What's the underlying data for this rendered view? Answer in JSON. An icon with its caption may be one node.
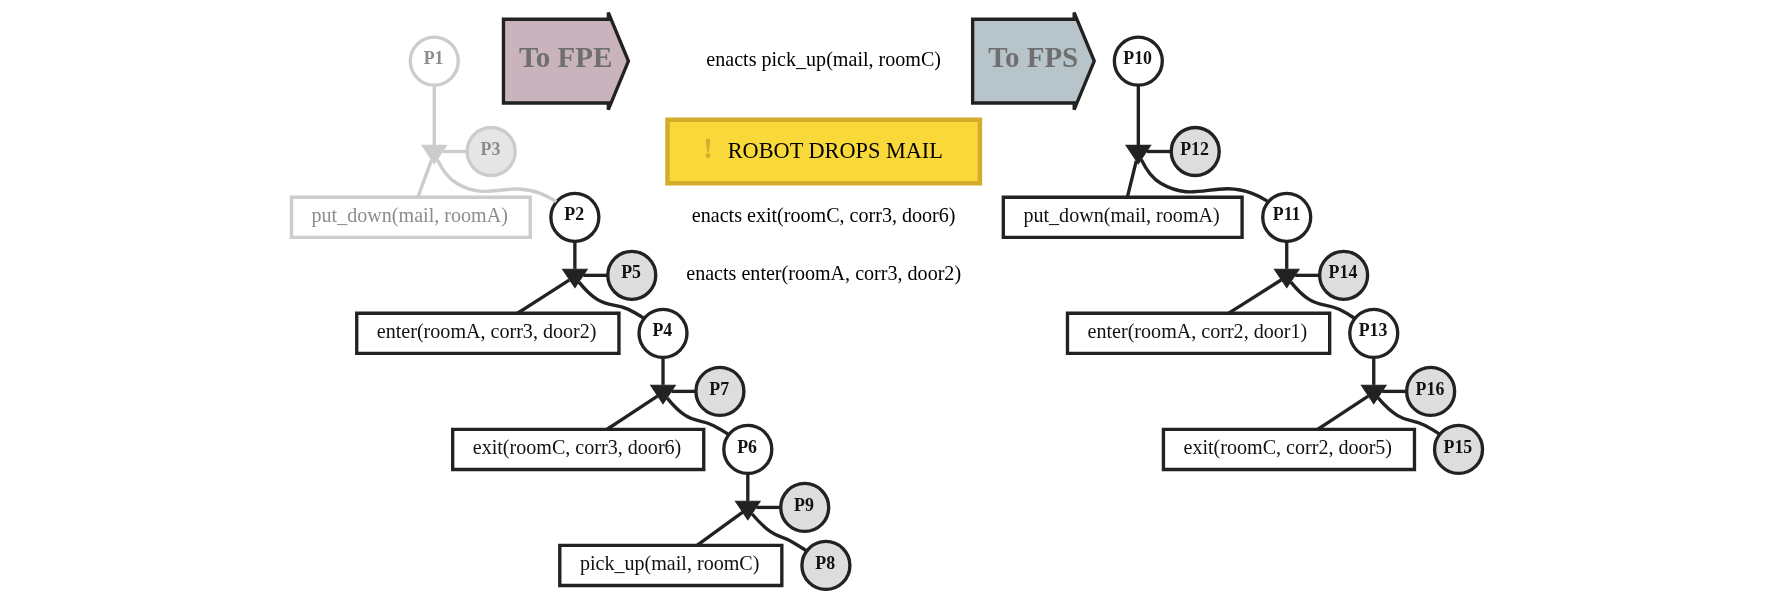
{
  "diagram": {
    "nodes": [
      {
        "text": [
          "P1"
        ]
      },
      {
        "text": [],
        "shape": "triangle"
      },
      {
        "text": [
          "P3"
        ]
      },
      {
        "text": [
          "put_down(mail, roomA)"
        ]
      },
      {
        "text": [
          "P2"
        ]
      },
      {
        "text": [],
        "shape": "triangle"
      },
      {
        "text": [
          "P5"
        ]
      },
      {
        "text": [
          "enter(roomA, corr3, door2)"
        ]
      },
      {
        "text": [
          "P4"
        ]
      },
      {
        "text": [],
        "shape": "triangle"
      },
      {
        "text": [
          "P7"
        ]
      },
      {
        "text": [
          "exit(roomC, corr3, door6)"
        ]
      },
      {
        "text": [
          "P6"
        ]
      },
      {
        "text": [],
        "shape": "triangle"
      },
      {
        "text": [
          "P9"
        ]
      },
      {
        "text": [
          "pick_up(mail, roomC)"
        ]
      },
      {
        "text": [
          "P8"
        ]
      },
      {
        "text": [
          "To FPE"
        ]
      },
      {
        "text": [
          "!",
          "ROBOT DROPS MAIL"
        ]
      },
      {
        "text": [
          "To FPS"
        ]
      },
      {
        "text": [
          "P10"
        ]
      },
      {
        "text": [],
        "shape": "triangle"
      },
      {
        "text": [
          "P12"
        ]
      },
      {
        "text": [
          "put_down(mail, roomA)"
        ]
      },
      {
        "text": [
          "P11"
        ]
      },
      {
        "text": [],
        "shape": "triangle"
      },
      {
        "text": [
          "P14"
        ]
      },
      {
        "text": [
          "enter(roomA, corr2, door1)"
        ]
      },
      {
        "text": [
          "P13"
        ]
      },
      {
        "text": [],
        "shape": "triangle"
      },
      {
        "text": [
          "P16"
        ]
      },
      {
        "text": [
          "exit(roomC, corr2, door5)"
        ]
      },
      {
        "text": [
          "P15"
        ]
      }
    ],
    "edges": [
      {
        "from": 0,
        "to": 1,
        "arrow": "none",
        "color": "#cccccc"
      },
      {
        "from": 1,
        "to": 2,
        "arrow": "none",
        "color": "#cccccc"
      },
      {
        "from": 1,
        "to": 3,
        "arrow": "none",
        "color": "#cccccc"
      },
      {
        "from": 1,
        "to": 4,
        "arrow": "none",
        "color": "#cccccc"
      },
      {
        "from": 4,
        "to": 5,
        "arrow": "none"
      },
      {
        "from": 5,
        "to": 6,
        "arrow": "none"
      },
      {
        "from": 5,
        "to": 7,
        "arrow": "none"
      },
      {
        "from": 5,
        "to": 8,
        "arrow": "none"
      },
      {
        "from": 8,
        "to": 9,
        "arrow": "none"
      },
      {
        "from": 9,
        "to": 10,
        "arrow": "none"
      },
      {
        "from": 9,
        "to": 11,
        "arrow": "none"
      },
      {
        "from": 9,
        "to": 12,
        "arrow": "none"
      },
      {
        "from": 12,
        "to": 13,
        "arrow": "none"
      },
      {
        "from": 13,
        "to": 14,
        "arrow": "none"
      },
      {
        "from": 13,
        "to": 15,
        "arrow": "none"
      },
      {
        "from": 13,
        "to": 16,
        "arrow": "none"
      },
      {
        "from": 20,
        "to": 21,
        "arrow": "none"
      },
      {
        "from": 21,
        "to": 22,
        "arrow": "none"
      },
      {
        "from": 21,
        "to": 23,
        "arrow": "none"
      },
      {
        "from": 21,
        "to": 24,
        "arrow": "none"
      },
      {
        "from": 24,
        "to": 25,
        "arrow": "none"
      },
      {
        "from": 25,
        "to": 26,
        "arrow": "none"
      },
      {
        "from": 25,
        "to": 27,
        "arrow": "none"
      },
      {
        "from": 25,
        "to": 28,
        "arrow": "none"
      },
      {
        "from": 28,
        "to": 29,
        "arrow": "none"
      },
      {
        "from": 29,
        "to": 30,
        "arrow": "none"
      },
      {
        "from": 29,
        "to": 31,
        "arrow": "none"
      },
      {
        "from": 29,
        "to": 32,
        "arrow": "none"
      }
    ],
    "labels": [
      "enacts pick_up(mail, roomC)",
      "enacts exit(roomC, corr3, door6)",
      "enacts enter(roomA, corr3, door2)"
    ]
  }
}
